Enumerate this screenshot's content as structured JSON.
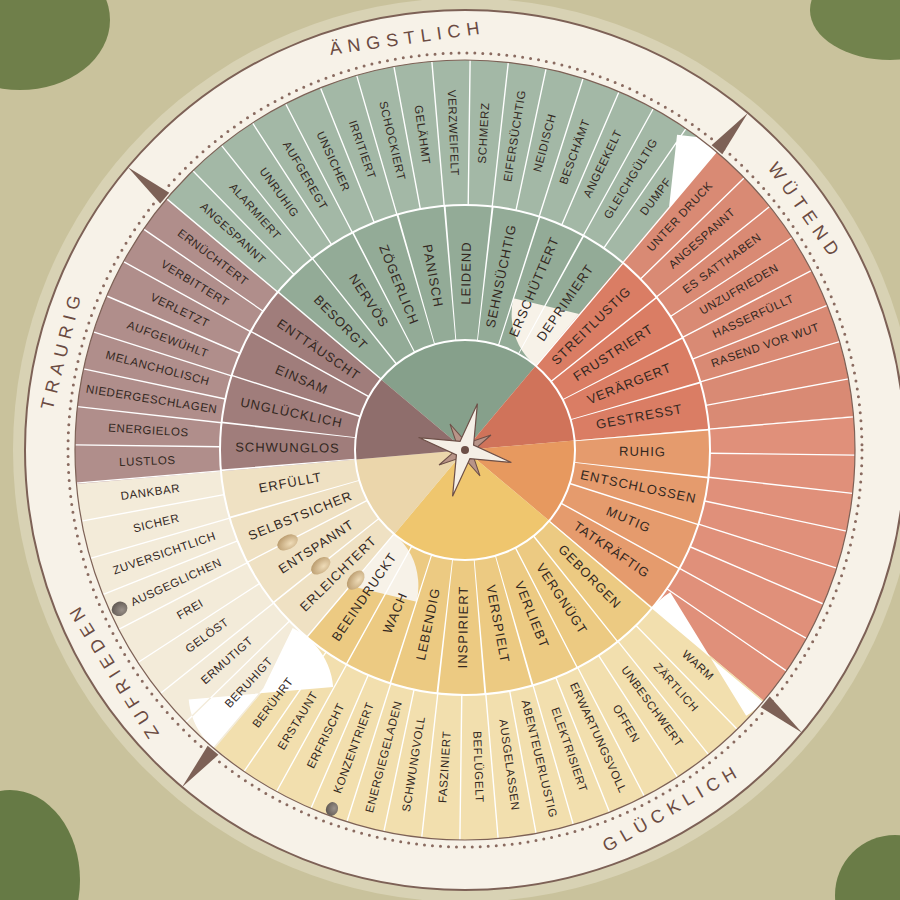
{
  "diagram": {
    "nodes": [
      {
        "text": [
          "BESORGT"
        ]
      },
      {
        "text": [
          "NERVÖS"
        ]
      },
      {
        "text": [
          "ZÖGERLICH"
        ]
      },
      {
        "text": [
          "PANISCH"
        ]
      },
      {
        "text": [
          "LEIDEND"
        ]
      },
      {
        "text": [
          "SEHNSÜCHTIG"
        ]
      },
      {
        "text": [
          "ERSCHÜTTERT"
        ]
      },
      {
        "text": [
          "DEPRIMIERT"
        ]
      },
      {
        "text": [
          "STREITLUSTIG"
        ]
      },
      {
        "text": [
          "FRUSTRIERT"
        ]
      },
      {
        "text": [
          "VERÄRGERT"
        ]
      },
      {
        "text": [
          "GESTRESST"
        ]
      },
      {
        "text": [
          "RUHIG"
        ]
      },
      {
        "text": [
          "ENTSCHLOSSEN"
        ]
      },
      {
        "text": [
          "MUTIG"
        ]
      },
      {
        "text": [
          "TATKRÄFTIG"
        ]
      },
      {
        "text": [
          "GEBORGEN"
        ]
      },
      {
        "text": [
          "VERGNÜGT"
        ]
      },
      {
        "text": [
          "VERLIEBT"
        ]
      },
      {
        "text": [
          "VERSPIELT"
        ]
      },
      {
        "text": [
          "INSPIRIERT"
        ]
      },
      {
        "text": [
          "LEBENDIG"
        ]
      },
      {
        "text": [
          "WACH"
        ]
      },
      {
        "text": [
          "BEEINDRUCKT"
        ]
      },
      {
        "text": [
          "ERLEICHTERT"
        ]
      },
      {
        "text": [
          "ENTSPANNT"
        ]
      },
      {
        "text": [
          "SELBSTSICHER"
        ]
      },
      {
        "text": [
          "ERFÜLLT"
        ]
      },
      {
        "text": [
          "SCHWUNGLOS"
        ]
      },
      {
        "text": [
          "UNGLÜCKLICH"
        ]
      },
      {
        "text": [
          "EINSAM"
        ]
      },
      {
        "text": [
          "ENTTÄUSCHT"
        ]
      },
      {
        "text": [
          "ANGESPANNT"
        ]
      },
      {
        "text": [
          "ALARMIERT"
        ]
      },
      {
        "text": [
          "UNRUHIG"
        ]
      },
      {
        "text": [
          "AUFGEREGT"
        ]
      },
      {
        "text": [
          "UNSICHER"
        ]
      },
      {
        "text": [
          "IRRITIERT"
        ]
      },
      {
        "text": [
          "SCHOCKIERT"
        ]
      },
      {
        "text": [
          "GELÄHMT"
        ]
      },
      {
        "text": [
          "VERZWEIFELT"
        ]
      },
      {
        "text": [
          "SCHMERZ"
        ]
      },
      {
        "text": [
          "EIFERSÜCHTIG"
        ]
      },
      {
        "text": [
          "NEIDISCH"
        ]
      },
      {
        "text": [
          "BESCHÄMT"
        ]
      },
      {
        "text": [
          "ANGEEKELT"
        ]
      },
      {
        "text": [
          "GLEICHGÜLTIG"
        ]
      },
      {
        "text": [
          "DUMPF"
        ]
      },
      {
        "text": [
          "UNTER DRUCK"
        ]
      },
      {
        "text": [
          "ANGESPANNT"
        ]
      },
      {
        "text": [
          "ES SATTHABEN"
        ]
      },
      {
        "text": [
          "UNZUFRIEDEN"
        ]
      },
      {
        "text": [
          "HASSERFÜLLT"
        ]
      },
      {
        "text": [
          "RASEND VOR WUT"
        ]
      },
      {
        "text": [
          "WARM"
        ]
      },
      {
        "text": [
          "ZÄRTLICH"
        ]
      },
      {
        "text": [
          "UNBESCHWERT"
        ]
      },
      {
        "text": [
          "OFFEN"
        ]
      },
      {
        "text": [
          "ERWARTUNGSVOLL"
        ]
      },
      {
        "text": [
          "ELEKTRISIERT"
        ]
      },
      {
        "text": [
          "ABENTEUERLUSTIG"
        ]
      },
      {
        "text": [
          "AUSGELASSEN"
        ]
      },
      {
        "text": [
          "BEFLÜGELT"
        ]
      },
      {
        "text": [
          "FASZINIERT"
        ]
      },
      {
        "text": [
          "SCHWUNGVOLL"
        ]
      },
      {
        "text": [
          "ENERGIEGELADEN"
        ]
      },
      {
        "text": [
          "KONZENTRIERT"
        ]
      },
      {
        "text": [
          "ERFRISCHT"
        ]
      },
      {
        "text": [
          "ERSTAUNT"
        ]
      },
      {
        "text": [
          "BERÜHRT"
        ]
      },
      {
        "text": [
          "BERUHIGT"
        ]
      },
      {
        "text": [
          "ERMUTIGT"
        ]
      },
      {
        "text": [
          "GELÖST"
        ]
      },
      {
        "text": [
          "FREI"
        ]
      },
      {
        "text": [
          "AUSGEGLICHEN"
        ]
      },
      {
        "text": [
          "ZUVERSICHTLICH"
        ]
      },
      {
        "text": [
          "SICHER"
        ]
      },
      {
        "text": [
          "DANKBAR"
        ]
      },
      {
        "text": [
          "LUSTLOS"
        ]
      },
      {
        "text": [
          "ENERGIELOS"
        ]
      },
      {
        "text": [
          "NIEDERGESCHLAGEN"
        ]
      },
      {
        "text": [
          "MELANCHOLISCH"
        ]
      },
      {
        "text": [
          "AUFGEWÜHLT"
        ]
      },
      {
        "text": [
          "VERLETZT"
        ]
      },
      {
        "text": [
          "VERBITTERT"
        ]
      },
      {
        "text": [
          "ERNÜCHTERT"
        ]
      }
    ],
    "labels": [
      "TRAURIG",
      "ZUFRIEDEN",
      "GLÜCKLICH",
      "WÜTEND",
      "ÄNGSTLICH"
    ]
  }
}
